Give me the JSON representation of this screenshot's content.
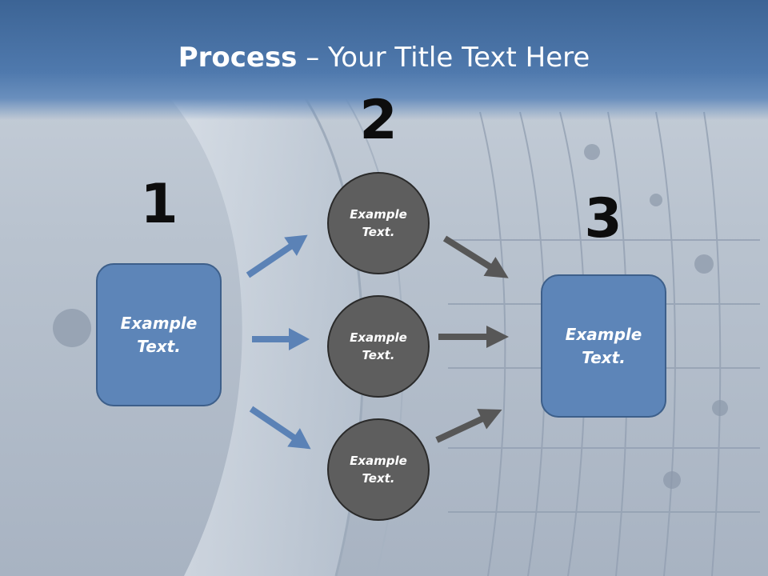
{
  "title": {
    "bold": "Process",
    "rest": " – Your Title Text Here"
  },
  "steps": {
    "one": {
      "number": "1",
      "text": "Example Text."
    },
    "two": {
      "number": "2",
      "circles": [
        {
          "text": "Example Text."
        },
        {
          "text": "Example Text."
        },
        {
          "text": "Example Text."
        }
      ]
    },
    "three": {
      "number": "3",
      "text": "Example Text."
    }
  },
  "colors": {
    "box_fill": "#5d85b8",
    "circle_fill": "#5e5e5e",
    "blue_arrow": "#5b82b6",
    "gray_arrow": "#575757",
    "title_bar": "#4f79ad"
  }
}
